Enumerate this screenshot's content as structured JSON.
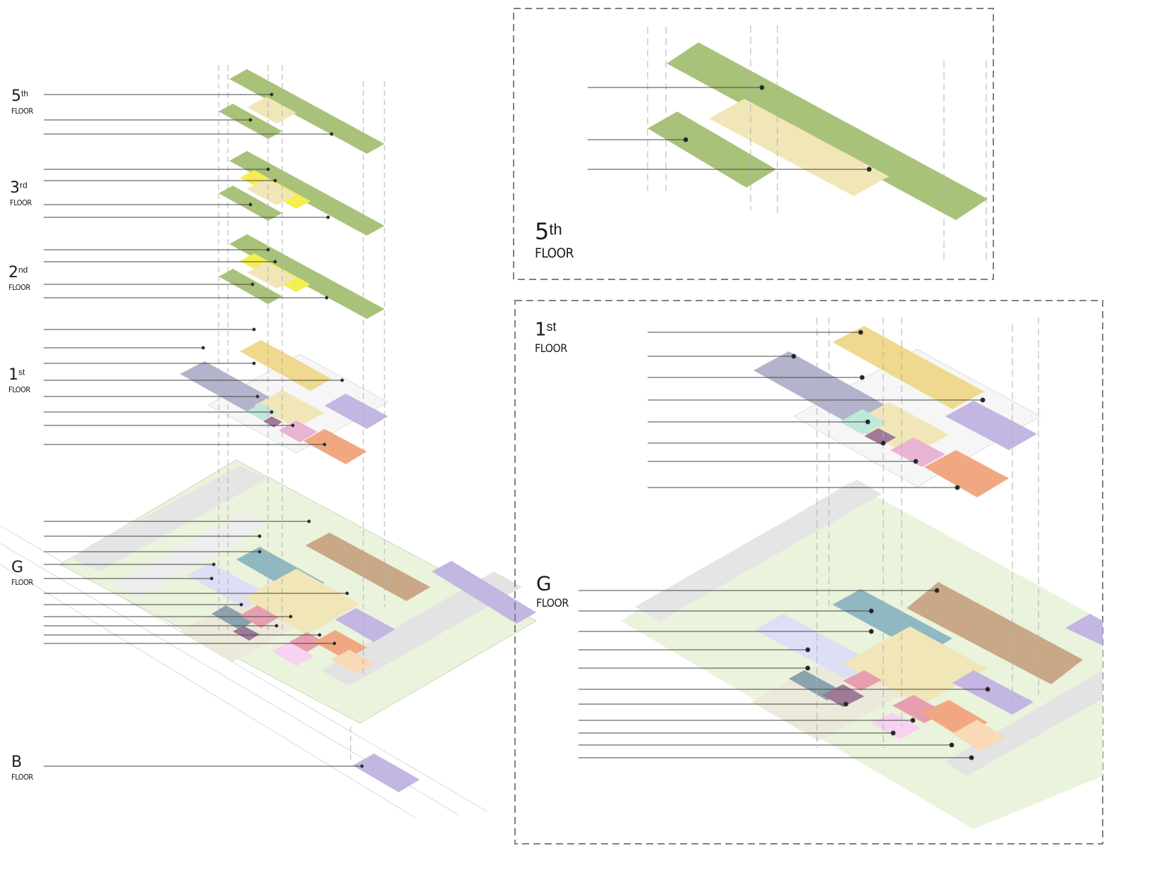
{
  "labels": {
    "f5": {
      "num": "5",
      "sup": "th",
      "word": "FLOOR"
    },
    "f3": {
      "num": "3",
      "sup": "rd",
      "word": "FLOOR"
    },
    "f2": {
      "num": "2",
      "sup": "nd",
      "word": "FLOOR"
    },
    "f1": {
      "num": "1",
      "sup": "st",
      "word": "FLOOR"
    },
    "g": {
      "num": "G",
      "sup": "",
      "word": "FLOOR"
    },
    "b": {
      "num": "B",
      "sup": "",
      "word": "FLOOR"
    },
    "f5_detail": {
      "num": "5",
      "sup": "th",
      "word": "FLOOR"
    },
    "f1_detail": {
      "num": "1",
      "sup": "st",
      "word": "FLOOR"
    },
    "g_detail": {
      "num": "G",
      "sup": "",
      "word": "FLOOR"
    }
  },
  "colors": {
    "office_green": "#a9c27a",
    "office_green_dark": "#8aa85c",
    "circulation": "#f1e6b8",
    "highlight_yellow": "#f4ef4f",
    "office_gold": "#efd98e",
    "grey_blue": "#b3b4cc",
    "lavender": "#c3b6e2",
    "mint": "#bfe8dc",
    "plum": "#9c7a98",
    "pink": "#e9b4d4",
    "salmon": "#f1a882",
    "teal": "#8fb8c2",
    "tan": "#c8a886",
    "periwinkle": "#dcdff5",
    "rose": "#e79eae",
    "light_pink": "#f8d2f1",
    "peach": "#f9d9b6",
    "site_green": "#eaf3dc",
    "site_grey": "#e3e3e3",
    "beige": "#ede9da",
    "frame": "#808080",
    "leader": "#333333"
  }
}
